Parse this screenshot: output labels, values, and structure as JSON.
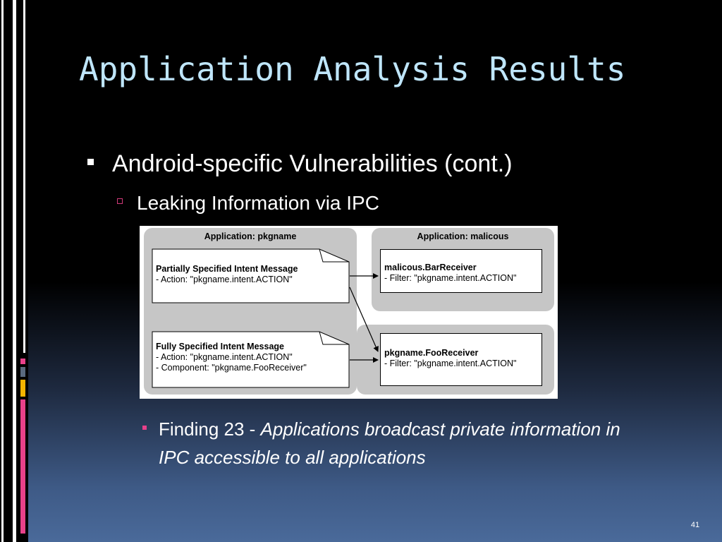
{
  "slide": {
    "title": "Application Analysis Results",
    "bullet1": "Android-specific Vulnerabilities (cont.)",
    "bullet2": "Leaking Information via IPC",
    "finding_label": "Finding 23 - ",
    "finding_text_italic": "Applications broadcast private information in IPC accessible to all applications",
    "page_number": "41"
  },
  "figure": {
    "app1_title": "Application: pkgname",
    "app2_title": "Application: malicous",
    "msg_partial": {
      "title": "Partially Specified Intent Message",
      "action": "- Action: \"pkgname.intent.ACTION\""
    },
    "msg_full": {
      "title": "Fully Specified Intent Message",
      "action": "- Action: \"pkgname.intent.ACTION\"",
      "component": "- Component: \"pkgname.FooReceiver\""
    },
    "bar_receiver": {
      "title": "malicous.BarReceiver",
      "filter": "- Filter: \"pkgname.intent.ACTION\""
    },
    "foo_receiver": {
      "title": "pkgname.FooReceiver",
      "filter": "- Filter: \"pkgname.intent.ACTION\""
    }
  },
  "colors": {
    "title_color": "#bfe6fb",
    "accent_pink": "#e8418a",
    "accent_yellow": "#f5b400",
    "accent_slate": "#5a6a7e",
    "panel_gray": "#c6c6c6"
  },
  "icons": {
    "bullet1": "filled-square-bullet-icon",
    "bullet2": "outline-square-bullet-icon",
    "bullet3": "small-square-bullet-icon"
  }
}
